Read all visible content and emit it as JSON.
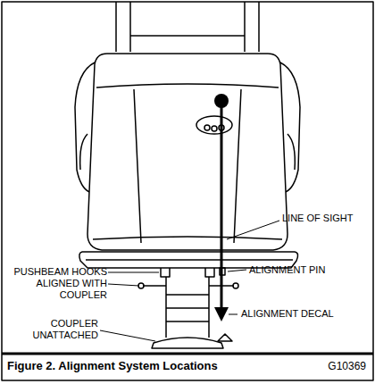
{
  "diagram": {
    "caption": "Figure 2. Alignment System Locations",
    "labels": [
      "LINE OF SIGHT",
      "PUSHBEAM HOOKS ALIGNED WITH COUPLER",
      "ALIGNMENT PIN",
      "COUPLER UNATTACHED",
      "ALIGNMENT DECAL",
      "G10369"
    ]
  }
}
